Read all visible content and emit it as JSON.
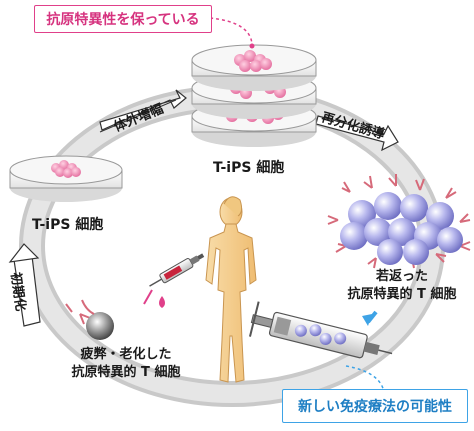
{
  "top_badge": "抗原特異性を保っている",
  "bottom_badge": "新しい免疫療法の可能性",
  "labels": {
    "tips_left": "T-iPS 細胞",
    "tips_top": "T-iPS 細胞",
    "rejuvenated_line1": "若返った",
    "rejuvenated_line2": "抗原特異的 T 細胞",
    "exhausted_line1": "疲弊・老化した",
    "exhausted_line2": "抗原特異的 T 細胞"
  },
  "arrows": {
    "expansion": "体外増幅",
    "redifferentiation": "再分化誘導",
    "initialization": "初期化"
  },
  "colors": {
    "pink_accent": "#e0408a",
    "blue_accent": "#3ea3e6",
    "cell_purple": "#8f8fd6",
    "figure_skin": "#f3c98a"
  }
}
